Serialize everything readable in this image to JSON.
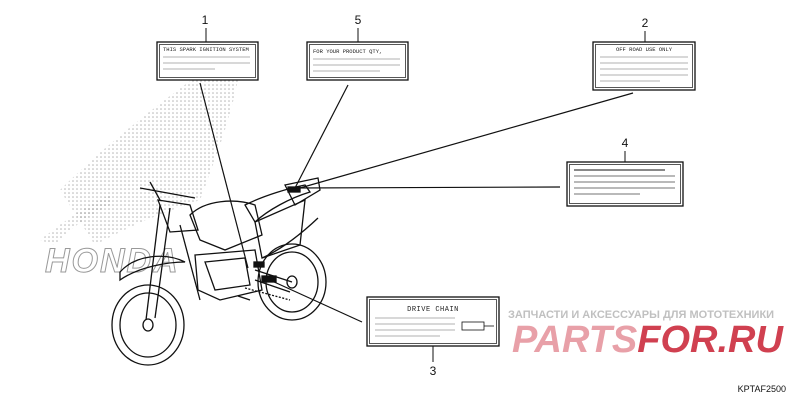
{
  "callouts": {
    "c1": "1",
    "c2": "2",
    "c3": "3",
    "c4": "4",
    "c5": "5"
  },
  "labels": {
    "spark": "THIS SPARK IGNITION SYSTEM",
    "product": "FOR YOUR PRODUCT QTY,",
    "offroad": "OFF ROAD USE ONLY",
    "chain": "DRIVE CHAIN"
  },
  "brand_watermark": "HONDA",
  "watermark": {
    "line1": "ЗАПЧАСТИ И АКСЕССУАРЫ ДЛЯ МОТОТЕХНИКИ",
    "logo_part1": "PARTS",
    "logo_part2": "FOR.RU",
    "color_primary": "#e8a0a8",
    "color_secondary": "#d04050"
  },
  "diagram_code": "KPTAF2500"
}
